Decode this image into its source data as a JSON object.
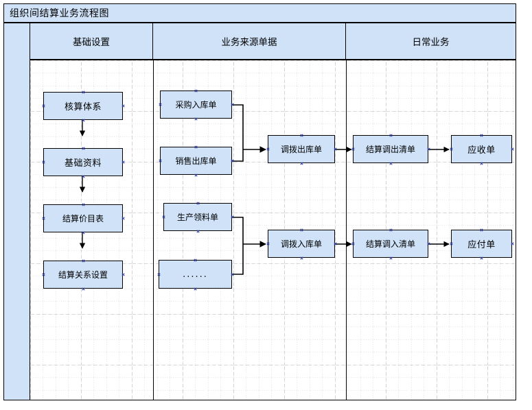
{
  "diagram": {
    "title": "组织间结算业务流程图",
    "accent_fill": "#cfe2f7",
    "line_color": "#000000",
    "handle_color": "#2b3aa0",
    "lanes": [
      {
        "id": "lane-basic-setup",
        "label": "基础设置"
      },
      {
        "id": "lane-source-bills",
        "label": "业务来源单据"
      },
      {
        "id": "lane-daily-business",
        "label": "日常业务"
      }
    ],
    "nodes": {
      "accounting_system": "核算体系",
      "basic_data": "基础资料",
      "settlement_price_list": "结算价目表",
      "settlement_relation_setup": "结算关系设置",
      "purchase_inbound": "采购入库单",
      "sales_outbound": "销售出库单",
      "production_picking": "生产领料单",
      "more_bills": "......",
      "transfer_outbound": "调拨出库单",
      "transfer_inbound": "调拨入库单",
      "settlement_transfer_out_list": "结算调出清单",
      "settlement_transfer_in_list": "结算调入清单",
      "receivable_bill": "应收单",
      "payable_bill": "应付单"
    }
  }
}
